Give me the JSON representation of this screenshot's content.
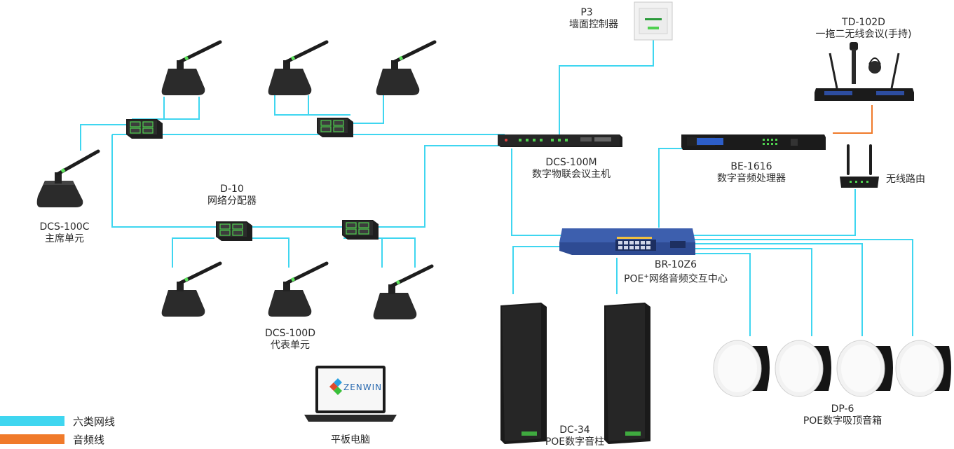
{
  "colors": {
    "network": "#3fd6f0",
    "audio": "#f07a2a"
  },
  "devices": {
    "p3": {
      "name": "P3",
      "desc": "墙面控制器"
    },
    "td102d": {
      "name": "TD-102D",
      "desc": "一拖二无线会议(手持)"
    },
    "dcs100m": {
      "name": "DCS-100M",
      "desc": "数字物联会议主机"
    },
    "be1616": {
      "name": "BE-1616",
      "desc": "数字音频处理器"
    },
    "router": {
      "desc": "无线路由"
    },
    "d10": {
      "name": "D-10",
      "desc": "网络分配器"
    },
    "dcs100c": {
      "name": "DCS-100C",
      "desc": "主席单元"
    },
    "br10z6": {
      "name": "BR-10Z6",
      "desc_prefix": "POE",
      "desc_sup": "+",
      "desc_suffix": "网络音频交互中心"
    },
    "dcs100d": {
      "name": "DCS-100D",
      "desc": "代表单元"
    },
    "dc34": {
      "name": "DC-34",
      "desc": "POE数字音柱"
    },
    "dp6": {
      "name": "DP-6",
      "desc": "POE数字吸顶音箱"
    },
    "tablet": {
      "desc": "平板电脑",
      "screen_logo": "ZENWIN"
    }
  },
  "legend": [
    {
      "label": "六类网线",
      "color": "#3fd6f0"
    },
    {
      "label": "音频线",
      "color": "#f07a2a"
    }
  ]
}
